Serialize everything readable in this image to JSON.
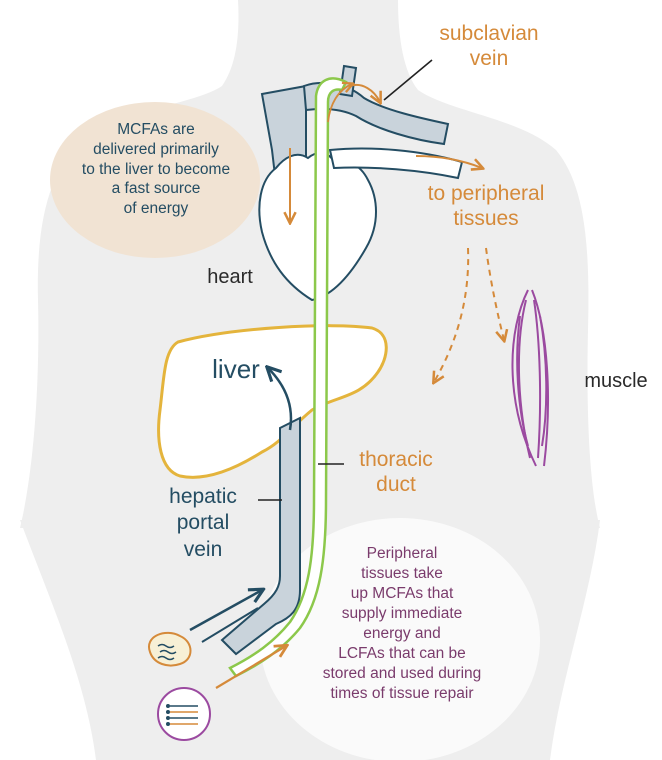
{
  "labels": {
    "subclavian_line1": "subclavian",
    "subclavian_line2": "vein",
    "peripheral_line1": "to peripheral",
    "peripheral_line2": "tissues",
    "heart": "heart",
    "liver": "liver",
    "muscle": "muscle",
    "thoracic_line1": "thoracic",
    "thoracic_line2": "duct",
    "hepatic_line1": "hepatic",
    "hepatic_line2": "portal",
    "hepatic_line3": "vein"
  },
  "mcfa_note": {
    "lines": [
      "MCFAs are",
      "delivered primarily",
      "to the liver to become",
      "a fast source",
      "of energy"
    ]
  },
  "peripheral_note": {
    "lines": [
      "Peripheral",
      "tissues take",
      "up MCFAs that",
      "supply immediate",
      "energy and",
      "LCFAs that can be",
      "stored and used during",
      "times of tissue repair"
    ]
  },
  "colors": {
    "body": "#eeeeee",
    "vessel": "#c9d3db",
    "vessel_outline": "#244d63",
    "duct": "#8cc84b",
    "flow_arrow": "#d58a3a",
    "liver_outline": "#e4b43c",
    "muscle": "#9b4aa0",
    "mcfa_bubble": "#f1e3d3",
    "peripheral_bubble": "#ffffff"
  },
  "icons": [
    "mcfa-droplet-icon",
    "lcfa-micelle-icon",
    "muscle-icon",
    "heart-icon",
    "liver-icon"
  ]
}
